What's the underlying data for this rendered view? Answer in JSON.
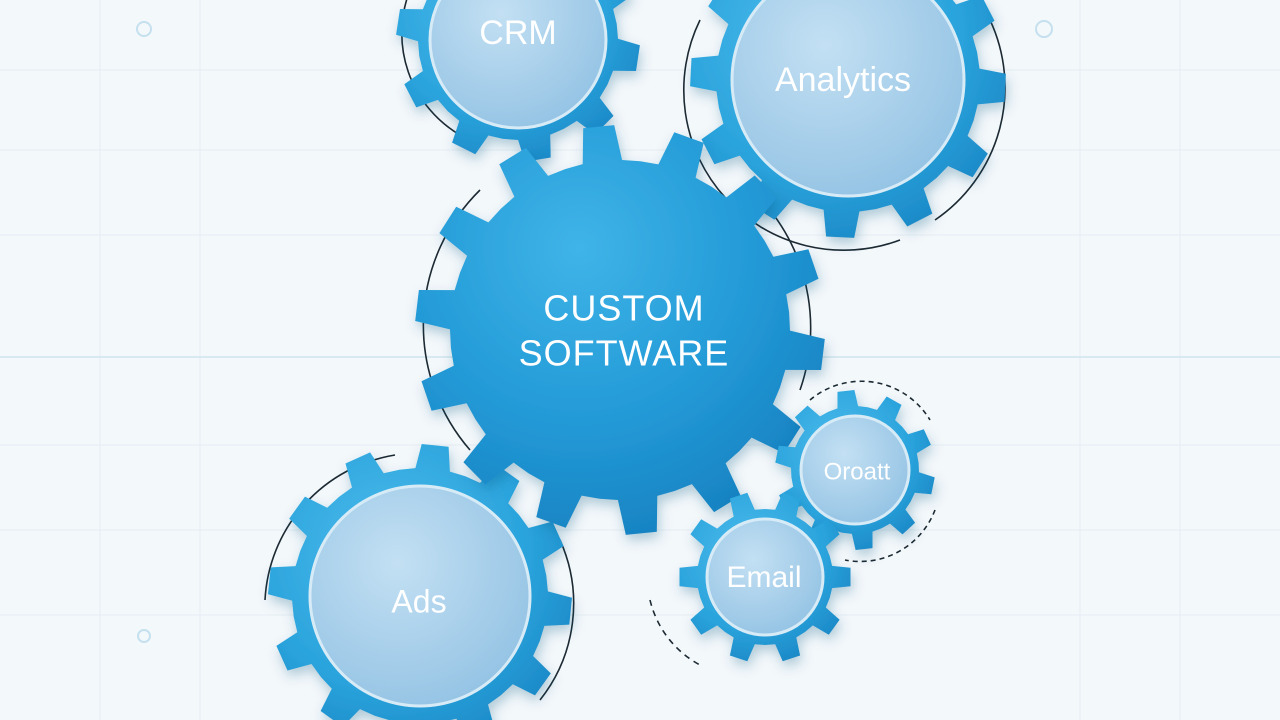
{
  "diagram": {
    "center": {
      "line1": "CUSTOM",
      "line2": "SOFTWARE"
    },
    "gears": {
      "crm": {
        "label": "CRM"
      },
      "analytics": {
        "label": "Analytics"
      },
      "ads": {
        "label": "Ads"
      },
      "email": {
        "label": "Email"
      },
      "other": {
        "label": "Oroatt"
      }
    }
  },
  "colors": {
    "gear": "#2ea6dd",
    "gear_light": "#4bbbeb",
    "gear_dark": "#1a86c4",
    "disk": "#a9cfea",
    "disk_edge": "#cfe6f5",
    "label_dark": "#ffffff",
    "background": "#f3f8fb",
    "grid": "#e2ecf2",
    "ring": "#1c2a33"
  }
}
